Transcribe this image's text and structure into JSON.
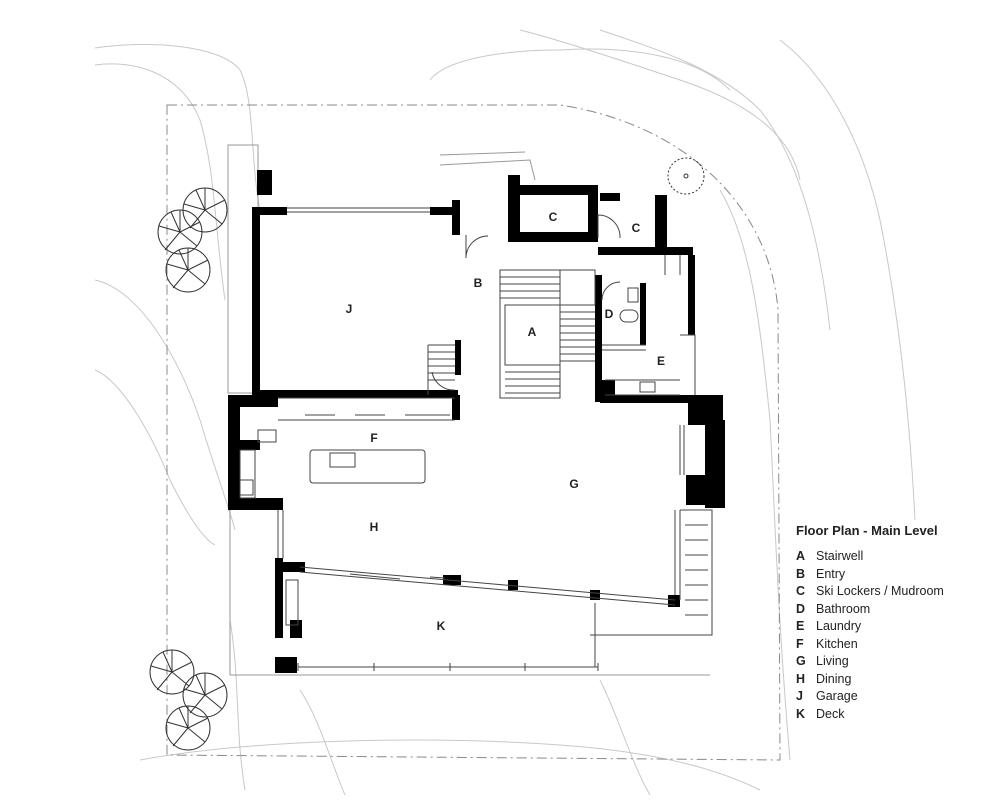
{
  "legend": {
    "title": "Floor Plan - Main Level",
    "items": [
      {
        "key": "A",
        "label": "Stairwell"
      },
      {
        "key": "B",
        "label": "Entry"
      },
      {
        "key": "C",
        "label": "Ski Lockers / Mudroom"
      },
      {
        "key": "D",
        "label": "Bathroom"
      },
      {
        "key": "E",
        "label": "Laundry"
      },
      {
        "key": "F",
        "label": "Kitchen"
      },
      {
        "key": "G",
        "label": "Living"
      },
      {
        "key": "H",
        "label": "Dining"
      },
      {
        "key": "J",
        "label": "Garage"
      },
      {
        "key": "K",
        "label": "Deck"
      }
    ]
  },
  "room_labels": {
    "stairwell": "A",
    "entry": "B",
    "mudroom_west": "C",
    "mudroom_east": "C",
    "bathroom": "D",
    "laundry": "E",
    "kitchen": "F",
    "living": "G",
    "dining": "H",
    "garage": "J",
    "deck": "K"
  },
  "colors": {
    "wall": "#000000",
    "contour": "#c8c8c8",
    "line": "#555555"
  }
}
